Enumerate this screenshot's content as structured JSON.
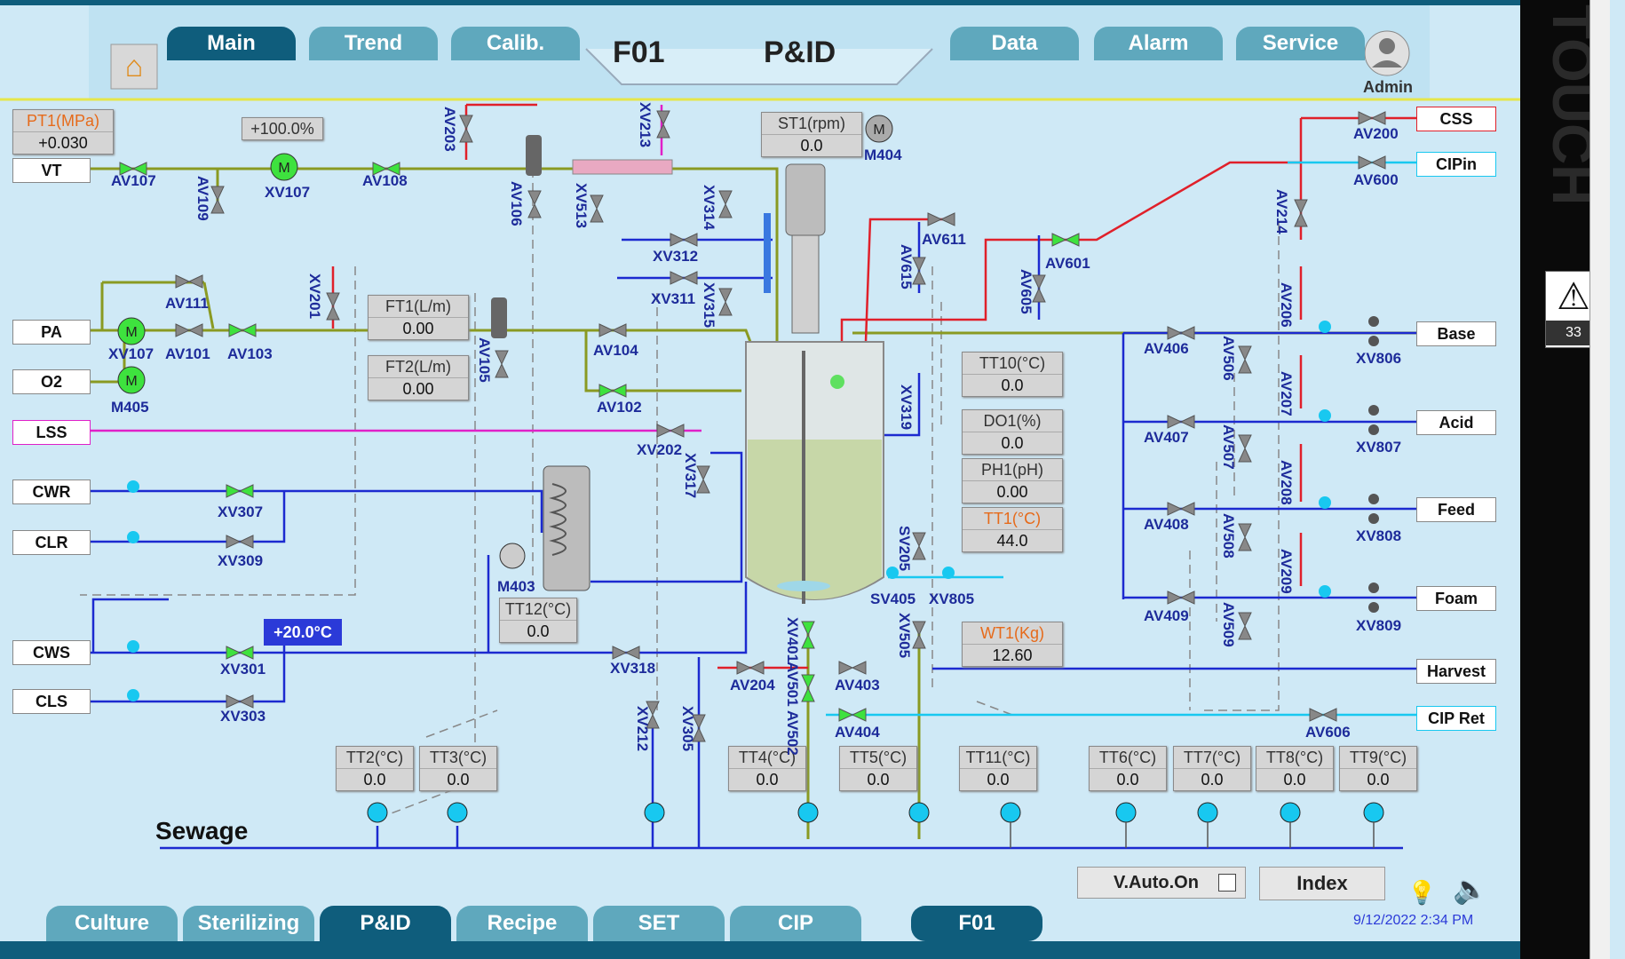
{
  "header": {
    "tabs_left": [
      {
        "label": "Main",
        "active": true
      },
      {
        "label": "Trend",
        "active": false
      },
      {
        "label": "Calib.",
        "active": false
      }
    ],
    "tabs_right": [
      {
        "label": "Data"
      },
      {
        "label": "Alarm"
      },
      {
        "label": "Service"
      }
    ],
    "unit": "F01",
    "page": "P&ID",
    "user": "Admin"
  },
  "side": {
    "brand": "TOUCH",
    "alarm_count": "33"
  },
  "bottom": {
    "tabs": [
      {
        "label": "Culture",
        "active": false
      },
      {
        "label": "Sterilizing",
        "active": false
      },
      {
        "label": "P&ID",
        "active": true
      },
      {
        "label": "Recipe",
        "active": false
      },
      {
        "label": "SET",
        "active": false
      },
      {
        "label": "CIP",
        "active": false
      }
    ],
    "unit_tab": "F01",
    "vauto": "V.Auto.On",
    "index": "Index",
    "datetime": "9/12/2022 2:34 PM"
  },
  "sewage_label": "Sewage",
  "readouts": {
    "pt1": {
      "label": "PT1(MPa)",
      "value": "+0.030"
    },
    "pct": "+100.0%",
    "st1": {
      "label": "ST1(rpm)",
      "value": "0.0"
    },
    "ft1": {
      "label": "FT1(L/m)",
      "value": "0.00"
    },
    "ft2": {
      "label": "FT2(L/m)",
      "value": "0.00"
    },
    "tt10": {
      "label": "TT10(°C)",
      "value": "0.0"
    },
    "do1": {
      "label": "DO1(%)",
      "value": "0.0"
    },
    "ph1": {
      "label": "PH1(pH)",
      "value": "0.00"
    },
    "tt1": {
      "label": "TT1(°C)",
      "value": "44.0"
    },
    "wt1": {
      "label": "WT1(Kg)",
      "value": "12.60"
    },
    "tt12": {
      "label": "TT12(°C)",
      "value": "0.0"
    },
    "setpoint": "+20.0°C",
    "tt2": {
      "label": "TT2(°C)",
      "value": "0.0"
    },
    "tt3": {
      "label": "TT3(°C)",
      "value": "0.0"
    },
    "tt4": {
      "label": "TT4(°C)",
      "value": "0.0"
    },
    "tt5": {
      "label": "TT5(°C)",
      "value": "0.0"
    },
    "tt11": {
      "label": "TT11(°C)",
      "value": "0.0"
    },
    "tt6": {
      "label": "TT6(°C)",
      "value": "0.0"
    },
    "tt7": {
      "label": "TT7(°C)",
      "value": "0.0"
    },
    "tt8": {
      "label": "TT8(°C)",
      "value": "0.0"
    },
    "tt9": {
      "label": "TT9(°C)",
      "value": "0.0"
    }
  },
  "left_tags": {
    "vt": "VT",
    "pa": "PA",
    "o2": "O2",
    "lss": "LSS",
    "cwr": "CWR",
    "clr": "CLR",
    "cws": "CWS",
    "cls": "CLS"
  },
  "right_tags": {
    "css": "CSS",
    "cipin": "CIPin",
    "base": "Base",
    "acid": "Acid",
    "feed": "Feed",
    "foam": "Foam",
    "harvest": "Harvest",
    "cipret": "CIP Ret"
  },
  "valves": {
    "av107": "AV107",
    "xv107": "XV107",
    "av108": "AV108",
    "av109": "AV109",
    "av203": "AV203",
    "av106": "AV106",
    "xv213": "XV213",
    "xv513": "XV513",
    "xv314": "XV314",
    "xv312": "XV312",
    "xv311": "XV311",
    "xv315": "XV315",
    "m404": "M404",
    "av611": "AV611",
    "av615": "AV615",
    "av601": "AV601",
    "av605": "AV605",
    "av200": "AV200",
    "av600": "AV600",
    "av214": "AV214",
    "av111": "AV111",
    "xv201": "XV201",
    "pa_xv107": "XV107",
    "av101": "AV101",
    "av103": "AV103",
    "m405": "M405",
    "av105": "AV105",
    "av104": "AV104",
    "av102": "AV102",
    "xv202": "XV202",
    "xv317": "XV317",
    "xv319": "XV319",
    "av406": "AV406",
    "av506": "AV506",
    "av206": "AV206",
    "xv806": "XV806",
    "av407": "AV407",
    "av507": "AV507",
    "av207": "AV207",
    "xv807": "XV807",
    "av408": "AV408",
    "av508": "AV508",
    "av208": "AV208",
    "xv808": "XV808",
    "av409": "AV409",
    "av509": "AV509",
    "av209": "AV209",
    "xv809": "XV809",
    "xv307": "XV307",
    "xv309": "XV309",
    "m403": "M403",
    "xv301": "XV301",
    "xv303": "XV303",
    "xv318": "XV318",
    "sv205": "SV205",
    "sv405": "SV405",
    "xv805": "XV805",
    "xv401": "XV401",
    "av501": "AV501",
    "av502": "AV502",
    "xv505": "XV505",
    "av204": "AV204",
    "av403": "AV403",
    "av404": "AV404",
    "av606": "AV606",
    "xv212": "XV212",
    "xv305": "XV305"
  }
}
